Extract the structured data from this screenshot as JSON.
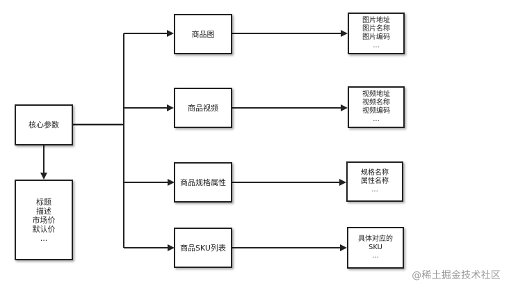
{
  "diagram": {
    "nodes": {
      "core": {
        "label": "核心参数"
      },
      "basic": {
        "label": "标题\n描述\n市场价\n默认价\n..."
      },
      "image": {
        "label": "商品图"
      },
      "video": {
        "label": "商品视频"
      },
      "spec": {
        "label": "商品规格属性"
      },
      "sku": {
        "label": "商品SKU列表"
      },
      "image_fields": {
        "label": "图片地址\n图片名称\n图片编码\n..."
      },
      "video_fields": {
        "label": "视频地址\n视频名称\n视频编码\n..."
      },
      "spec_fields": {
        "label": "规格名称\n属性名称\n..."
      },
      "sku_fields": {
        "label": "具体对应的\nSKU\n..."
      }
    },
    "line_color": "#222222",
    "watermark": "@稀土掘金技术社区"
  }
}
